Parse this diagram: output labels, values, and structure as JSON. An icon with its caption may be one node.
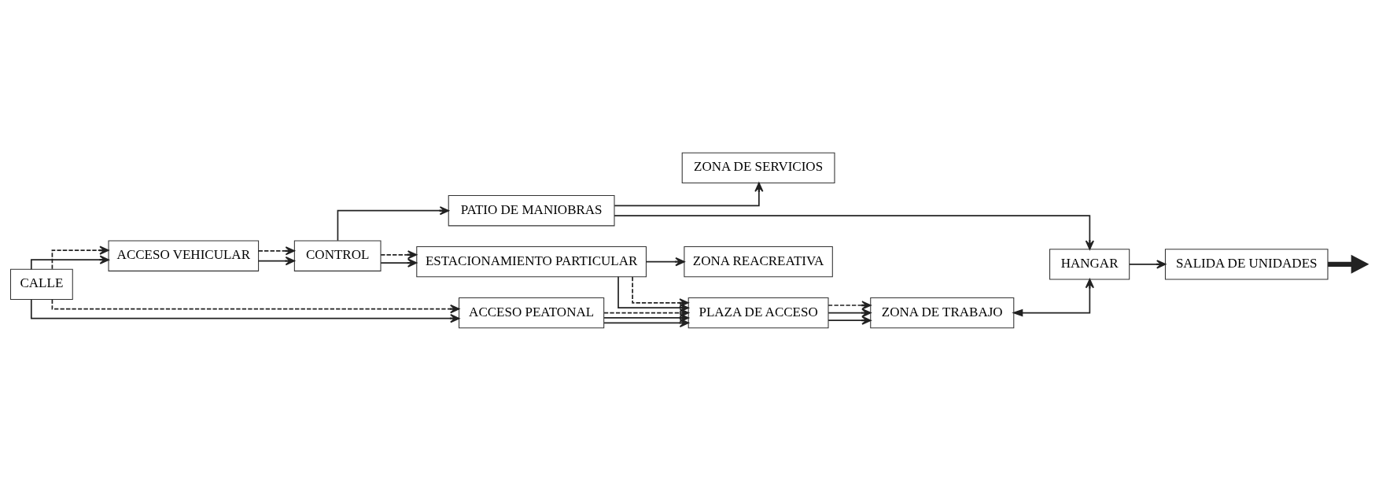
{
  "diagram": {
    "nodes": [
      {
        "text": [
          "CALLE"
        ]
      },
      {
        "text": [
          "ACCESO VEHICULAR"
        ]
      },
      {
        "text": [
          "CONTROL"
        ]
      },
      {
        "text": [
          "ESTACIONAMIENTO PARTICULAR"
        ]
      },
      {
        "text": [
          "PATIO DE MANIOBRAS"
        ]
      },
      {
        "text": [
          "ZONA DE SERVICIOS"
        ]
      },
      {
        "text": [
          "HANGAR"
        ]
      },
      {
        "text": [
          "SALIDA DE UNIDADES"
        ]
      },
      {
        "text": [
          "ZONA REACREATIVA"
        ]
      },
      {
        "text": [
          "ACCESO PEATONAL"
        ]
      },
      {
        "text": [
          "PLAZA DE ACCESO"
        ]
      },
      {
        "text": [
          "ZONA DE TRABAJO"
        ]
      }
    ],
    "edges": [
      {
        "from": 0,
        "to": 1,
        "arrow": "to"
      },
      {
        "from": 0,
        "to": 1,
        "arrow": "to",
        "style": "dashed"
      },
      {
        "from": 0,
        "to": 9,
        "arrow": "to"
      },
      {
        "from": 0,
        "to": 9,
        "arrow": "to",
        "style": "dashed"
      },
      {
        "from": 1,
        "to": 2,
        "arrow": "to"
      },
      {
        "from": 1,
        "to": 2,
        "arrow": "to",
        "style": "dashed"
      },
      {
        "from": 2,
        "to": 3,
        "arrow": "to"
      },
      {
        "from": 2,
        "to": 3,
        "arrow": "to",
        "style": "dashed"
      },
      {
        "from": 2,
        "to": 4,
        "arrow": "to"
      },
      {
        "from": 4,
        "to": 5,
        "arrow": "to"
      },
      {
        "from": 4,
        "to": 6,
        "arrow": "to"
      },
      {
        "from": 6,
        "to": 7,
        "arrow": "to"
      },
      {
        "from": 3,
        "to": 8,
        "arrow": "to"
      },
      {
        "from": 3,
        "to": 10,
        "arrow": "to"
      },
      {
        "from": 3,
        "to": 10,
        "arrow": "to",
        "style": "dashed"
      },
      {
        "from": 9,
        "to": 10,
        "arrow": "to"
      },
      {
        "from": 9,
        "to": 10,
        "arrow": "to"
      },
      {
        "from": 9,
        "to": 10,
        "arrow": "to",
        "style": "dashed"
      },
      {
        "from": 10,
        "to": 11,
        "arrow": "to"
      },
      {
        "from": 10,
        "to": 11,
        "arrow": "to"
      },
      {
        "from": 10,
        "to": 11,
        "arrow": "to",
        "style": "dashed"
      },
      {
        "from": 11,
        "to": 6,
        "arrow": "both"
      },
      {
        "from": 7,
        "to": null,
        "arrow": "to",
        "style": "thick"
      }
    ]
  }
}
